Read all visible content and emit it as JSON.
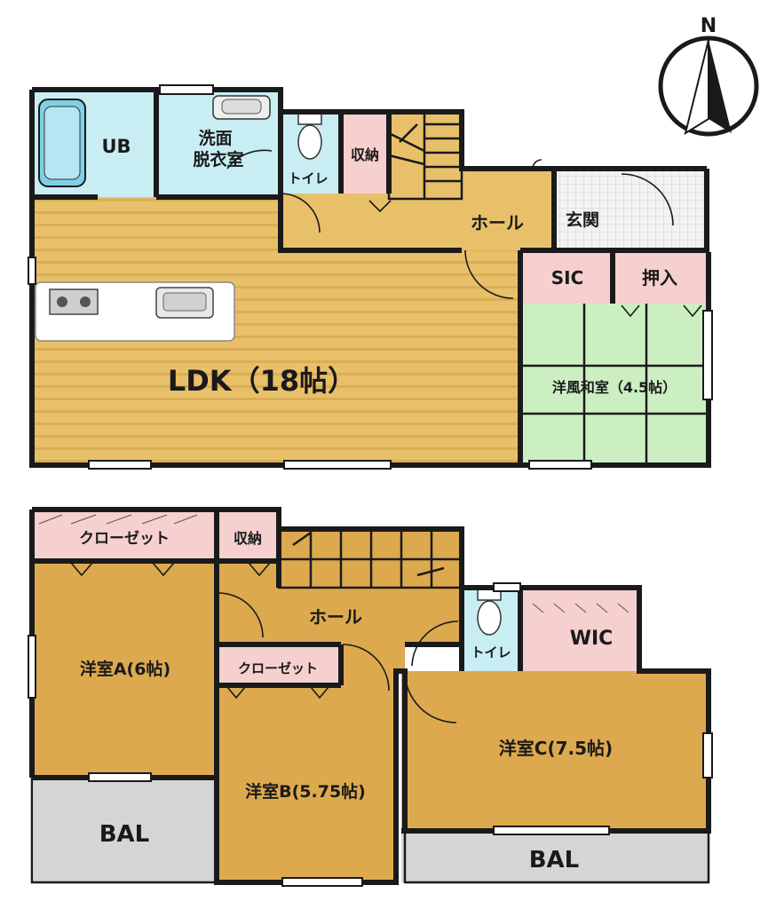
{
  "compass": {
    "north_label": "N"
  },
  "floor1": {
    "rooms": {
      "ub": "UB",
      "washroom": "洗面\n脱衣室",
      "toilet": "トイレ",
      "storage": "収納",
      "hall": "ホール",
      "entrance": "玄関",
      "sic": "SIC",
      "oshiire": "押入",
      "ldk": "LDK（18帖）",
      "japanese_room": "洋風和室（4.5帖）"
    }
  },
  "floor2": {
    "rooms": {
      "closet_a": "クローゼット",
      "storage": "収納",
      "hall": "ホール",
      "room_a": "洋室A(6帖)",
      "closet_b": "クローゼット",
      "toilet": "トイレ",
      "wic": "WIC",
      "room_b": "洋室B(5.75帖)",
      "room_c": "洋室C(7.5帖)",
      "bal_left": "BAL",
      "bal_right": "BAL"
    }
  },
  "colors": {
    "wood_floor": "#E9C06A",
    "wood_stripe": "#D9AA4E",
    "wood_room": "#DDA94F",
    "tatami": "#CCEFC2",
    "pink_storage": "#F6CFCF",
    "wet_area": "#C8EEF4",
    "balcony": "#D5D5D5",
    "entrance_tile": "#EEEEEE",
    "wall": "#1A1A1A"
  },
  "icons": [
    "compass-icon",
    "bathtub-icon",
    "toilet-icon",
    "sink-icon",
    "stove-icon",
    "staircase-icon"
  ]
}
